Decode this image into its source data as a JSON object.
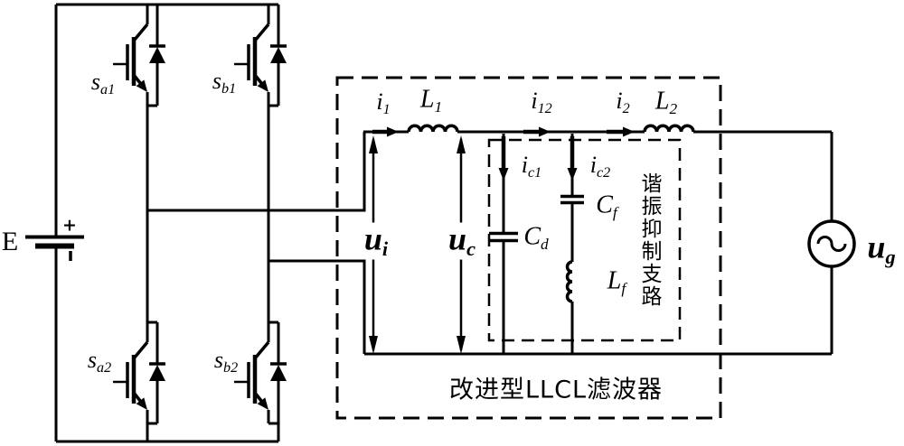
{
  "colors": {
    "line": "#000000",
    "background": "#ffffff"
  },
  "dc_source": {
    "label": "E",
    "plus": "+"
  },
  "switches": {
    "sa1": {
      "main": "s",
      "sub": "a1"
    },
    "sb1": {
      "main": "s",
      "sub": "b1"
    },
    "sa2": {
      "main": "s",
      "sub": "a2"
    },
    "sb2": {
      "main": "s",
      "sub": "b2"
    }
  },
  "filter": {
    "box_label": "改进型LLCL滤波器",
    "resonance_branch_label": "谐振抑制支路",
    "currents": {
      "i1": {
        "main": "i",
        "sub": "1"
      },
      "i12": {
        "main": "i",
        "sub": "12"
      },
      "i2": {
        "main": "i",
        "sub": "2"
      },
      "ic1": {
        "main": "i",
        "sub": "c1"
      },
      "ic2": {
        "main": "i",
        "sub": "c2"
      }
    },
    "components": {
      "L1": {
        "main": "L",
        "sub": "1"
      },
      "L2": {
        "main": "L",
        "sub": "2"
      },
      "Cd": {
        "main": "C",
        "sub": "d"
      },
      "Cf": {
        "main": "C",
        "sub": "f"
      },
      "Lf": {
        "main": "L",
        "sub": "f"
      }
    },
    "voltages": {
      "ui": {
        "main": "u",
        "sub": "i"
      },
      "uc": {
        "main": "u",
        "sub": "c"
      }
    }
  },
  "grid": {
    "ug": {
      "main": "u",
      "sub": "g"
    }
  }
}
